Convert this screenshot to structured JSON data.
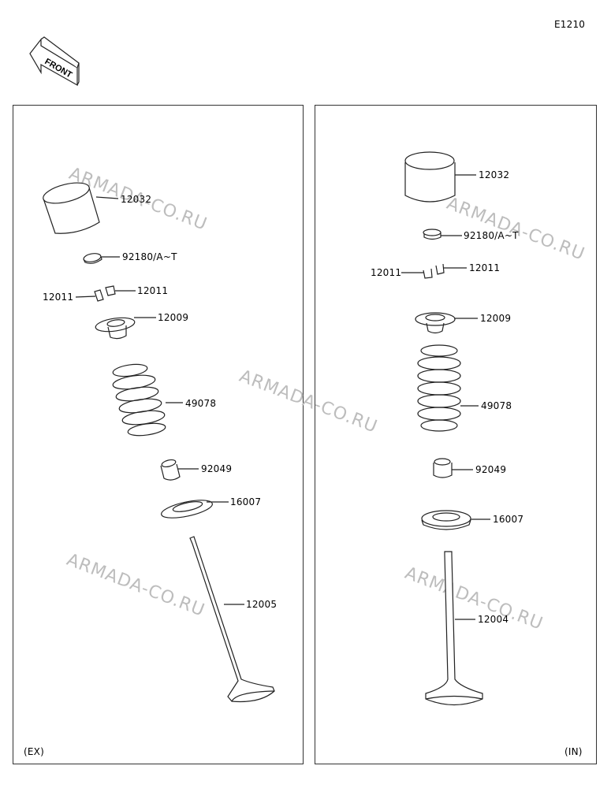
{
  "diagram_code": "E1210",
  "front_label": "FRONT",
  "watermark": "ARMADA-CO.RU",
  "left_panel": {
    "caption": "(EX)",
    "parts": {
      "cap": "12032",
      "shim": "92180/A~T",
      "keeper_left": "12011",
      "keeper_right": "12011",
      "retainer": "12009",
      "spring": "49078",
      "seal": "92049",
      "seat": "16007",
      "valve": "12005"
    }
  },
  "right_panel": {
    "caption": "(IN)",
    "parts": {
      "cap": "12032",
      "shim": "92180/A~T",
      "keeper_left": "12011",
      "keeper_right": "12011",
      "retainer": "12009",
      "spring": "49078",
      "seal": "92049",
      "seat": "16007",
      "valve": "12004"
    }
  }
}
